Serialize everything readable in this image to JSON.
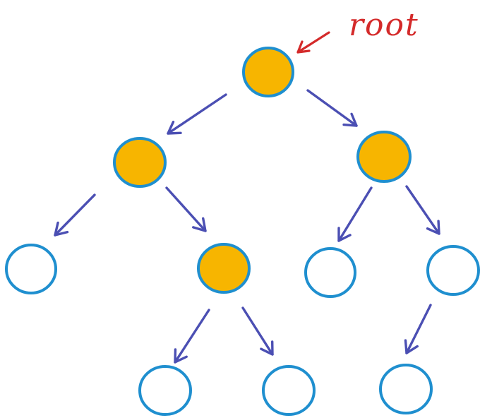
{
  "diagram": {
    "root_label": "root",
    "colors": {
      "filled_node": "#f7b500",
      "node_outline": "#1f8fcf",
      "empty_node_fill": "#ffffff",
      "edge_arrow": "#4b4fb3",
      "root_label": "#d42a2a",
      "root_pointer": "#d42a2a",
      "background": "#ffffff"
    },
    "nodes": [
      {
        "id": "n-root",
        "filled": true
      },
      {
        "id": "n-left",
        "filled": true
      },
      {
        "id": "n-right",
        "filled": true
      },
      {
        "id": "n-left-left",
        "filled": false
      },
      {
        "id": "n-left-right",
        "filled": true
      },
      {
        "id": "n-right-left",
        "filled": false
      },
      {
        "id": "n-right-right",
        "filled": false
      },
      {
        "id": "n-left-right-left",
        "filled": false
      },
      {
        "id": "n-left-right-right",
        "filled": false
      },
      {
        "id": "n-right-right-left",
        "filled": false
      }
    ],
    "edges": [
      {
        "from": "n-root",
        "to": "n-left"
      },
      {
        "from": "n-root",
        "to": "n-right"
      },
      {
        "from": "n-left",
        "to": "n-left-left"
      },
      {
        "from": "n-left",
        "to": "n-left-right"
      },
      {
        "from": "n-right",
        "to": "n-right-left"
      },
      {
        "from": "n-right",
        "to": "n-right-right"
      },
      {
        "from": "n-left-right",
        "to": "n-left-right-left"
      },
      {
        "from": "n-left-right",
        "to": "n-left-right-right"
      },
      {
        "from": "n-right-right",
        "to": "n-right-right-left"
      }
    ]
  }
}
